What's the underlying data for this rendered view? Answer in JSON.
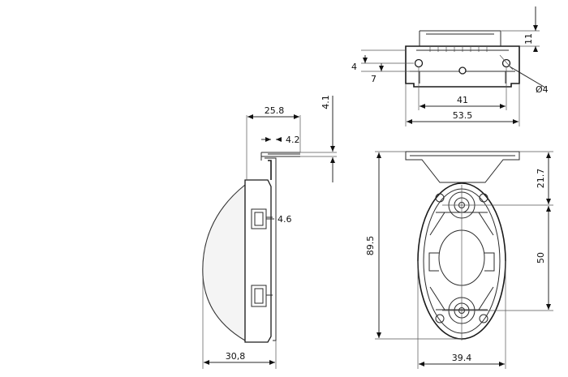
{
  "dimensions": {
    "top_height": "11",
    "hole_offset_a": "4",
    "hole_offset_b": "7",
    "hole_diameter": "Ø4",
    "hole_spacing": "41",
    "top_width": "53.5",
    "side_depth_top": "25.8",
    "side_flange": "4.2",
    "side_offset": "4.1",
    "side_clip": "4.6",
    "side_total_depth": "30,8",
    "front_height": "89.5",
    "front_upper": "21.7",
    "front_hole_spacing": "50",
    "front_width": "39.4"
  }
}
